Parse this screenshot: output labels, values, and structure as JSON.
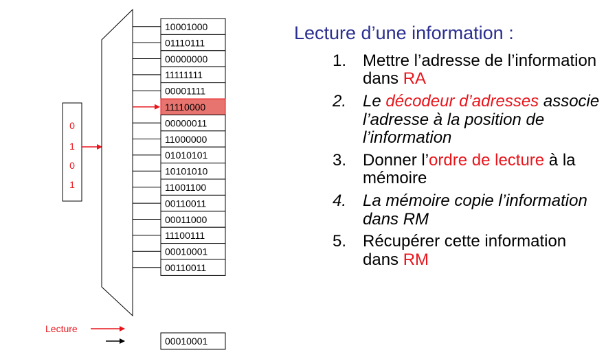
{
  "register_ra": {
    "bits": [
      "0",
      "1",
      "0",
      "1"
    ]
  },
  "memory": {
    "cells": [
      "10001000",
      "01110111",
      "00000000",
      "11111111",
      "00001111",
      "11110000",
      "00000011",
      "11000000",
      "01010101",
      "10101010",
      "11001100",
      "00110011",
      "00011000",
      "11100111",
      "00010001",
      "00110011"
    ],
    "selected_index": 5,
    "selected_color": "#e8746f"
  },
  "lecture_label": "Lecture",
  "register_rm": {
    "value": "00010001"
  },
  "colors": {
    "title": "#2b2f8f",
    "accent_red": "#e8151b",
    "text": "#000000"
  },
  "panel": {
    "title_main": "Lecture d’une information",
    "title_suffix": " :",
    "steps": [
      {
        "num": "1.",
        "parts": [
          "Mettre l’adresse de l’information dans ",
          "RA"
        ]
      },
      {
        "num": "2.",
        "parts": [
          "Le ",
          "décodeur d’adresses",
          " associe l’adresse à la position de l’information"
        ]
      },
      {
        "num": "3.",
        "parts": [
          "Donner l’",
          "ordre de lecture",
          " à la mémoire"
        ]
      },
      {
        "num": "4.",
        "parts": [
          "La mémoire copie l’information dans RM"
        ]
      },
      {
        "num": "5.",
        "parts": [
          "Récupérer cette information dans ",
          "RM"
        ]
      }
    ]
  }
}
